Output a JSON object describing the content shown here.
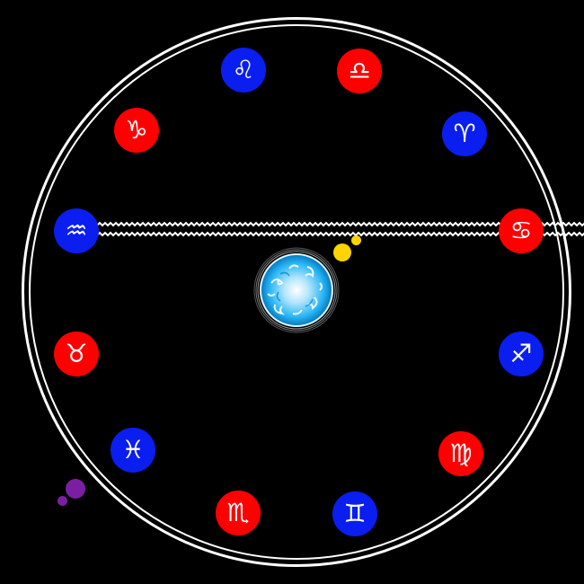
{
  "board": {
    "colors": {
      "background": "#000000",
      "ring": "#ffffff",
      "fire_red": "#ff0000",
      "water_blue": "#0a1ef0",
      "sun_yellow": "#ffd400",
      "moon_purple": "#7b1fa2",
      "core_cyan": "#4fc3f7"
    },
    "signs": [
      {
        "id": "leo",
        "glyph": "♌",
        "color": "blue"
      },
      {
        "id": "libra",
        "glyph": "♎",
        "color": "red"
      },
      {
        "id": "capricorn",
        "glyph": "♑",
        "color": "red"
      },
      {
        "id": "aries",
        "glyph": "♈",
        "color": "blue"
      },
      {
        "id": "aquarius",
        "glyph": "♒",
        "color": "blue"
      },
      {
        "id": "cancer",
        "glyph": "♋",
        "color": "red"
      },
      {
        "id": "taurus",
        "glyph": "♉",
        "color": "red"
      },
      {
        "id": "sagittarius",
        "glyph": "♐",
        "color": "blue"
      },
      {
        "id": "pisces",
        "glyph": "♓",
        "color": "blue"
      },
      {
        "id": "virgo",
        "glyph": "♍",
        "color": "red"
      },
      {
        "id": "scorpio",
        "glyph": "♏",
        "color": "red"
      },
      {
        "id": "gemini",
        "glyph": "♊",
        "color": "blue"
      }
    ],
    "icons": {
      "core": "swirling-water-orb-icon",
      "beam": "wave-beam",
      "sun_orbs": "yellow-orb",
      "moon_orbs": "purple-orb"
    }
  }
}
